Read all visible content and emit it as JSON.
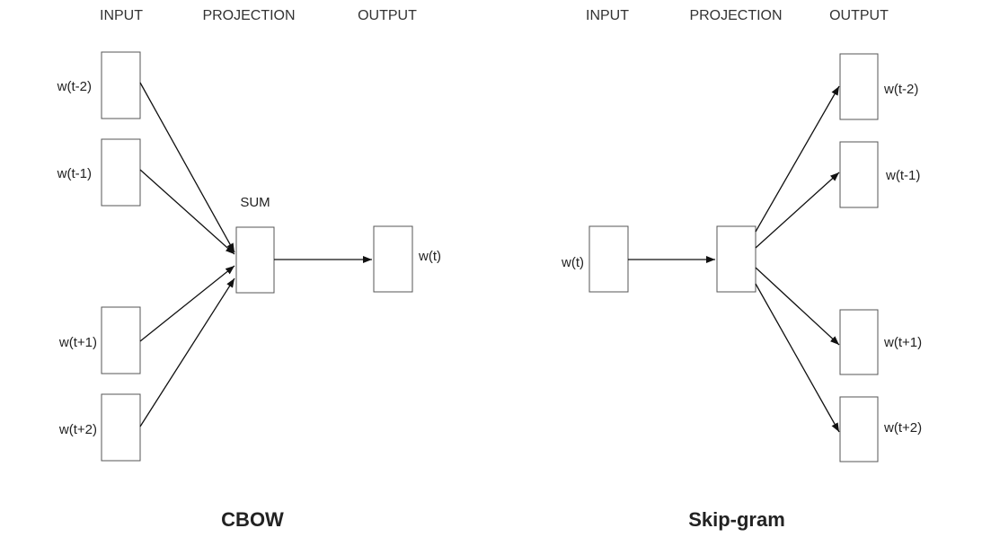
{
  "cbow": {
    "title": "CBOW",
    "columns": {
      "input": "INPUT",
      "projection": "PROJECTION",
      "output": "OUTPUT"
    },
    "projection_label": "SUM",
    "inputs": [
      "w(t-2)",
      "w(t-1)",
      "w(t+1)",
      "w(t+2)"
    ],
    "output": "w(t)"
  },
  "skipgram": {
    "title": "Skip-gram",
    "columns": {
      "input": "INPUT",
      "projection": "PROJECTION",
      "output": "OUTPUT"
    },
    "input": "w(t)",
    "outputs": [
      "w(t-2)",
      "w(t-1)",
      "w(t+1)",
      "w(t+2)"
    ]
  },
  "colors": {
    "box_stroke": "#555555",
    "arrow": "#111111",
    "text": "#222222"
  }
}
